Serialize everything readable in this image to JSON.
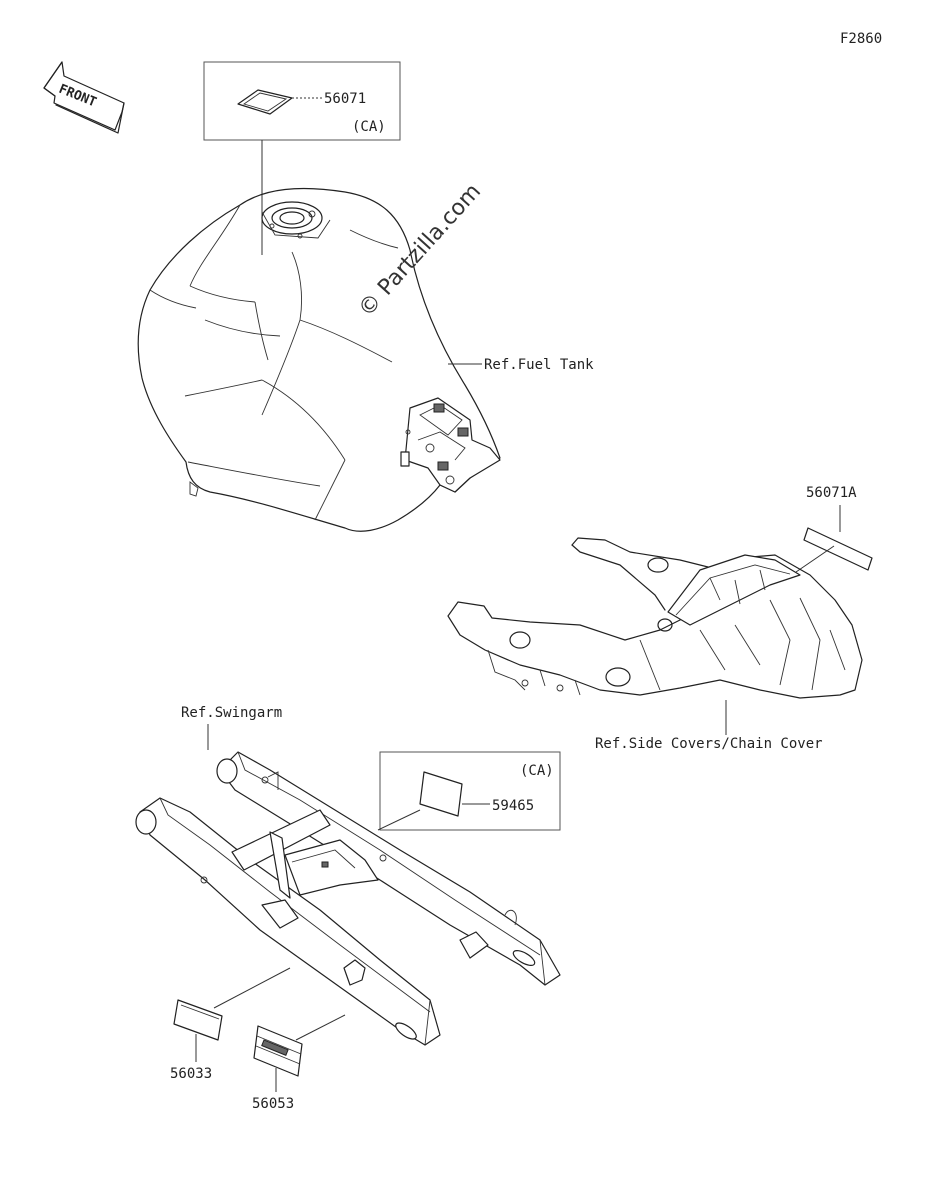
{
  "diagram": {
    "code": "F2860",
    "front_label": "FRONT",
    "watermark": "© Partzilla.com",
    "parts": {
      "label_56071": "56071",
      "label_56071_region": "(CA)",
      "label_56071a": "56071A",
      "label_59465": "59465",
      "label_59465_region": "(CA)",
      "label_56033": "56033",
      "label_56053": "56053"
    },
    "references": {
      "fuel_tank": "Ref.Fuel Tank",
      "side_covers": "Ref.Side Covers/Chain Cover",
      "swingarm": "Ref.Swingarm"
    }
  }
}
